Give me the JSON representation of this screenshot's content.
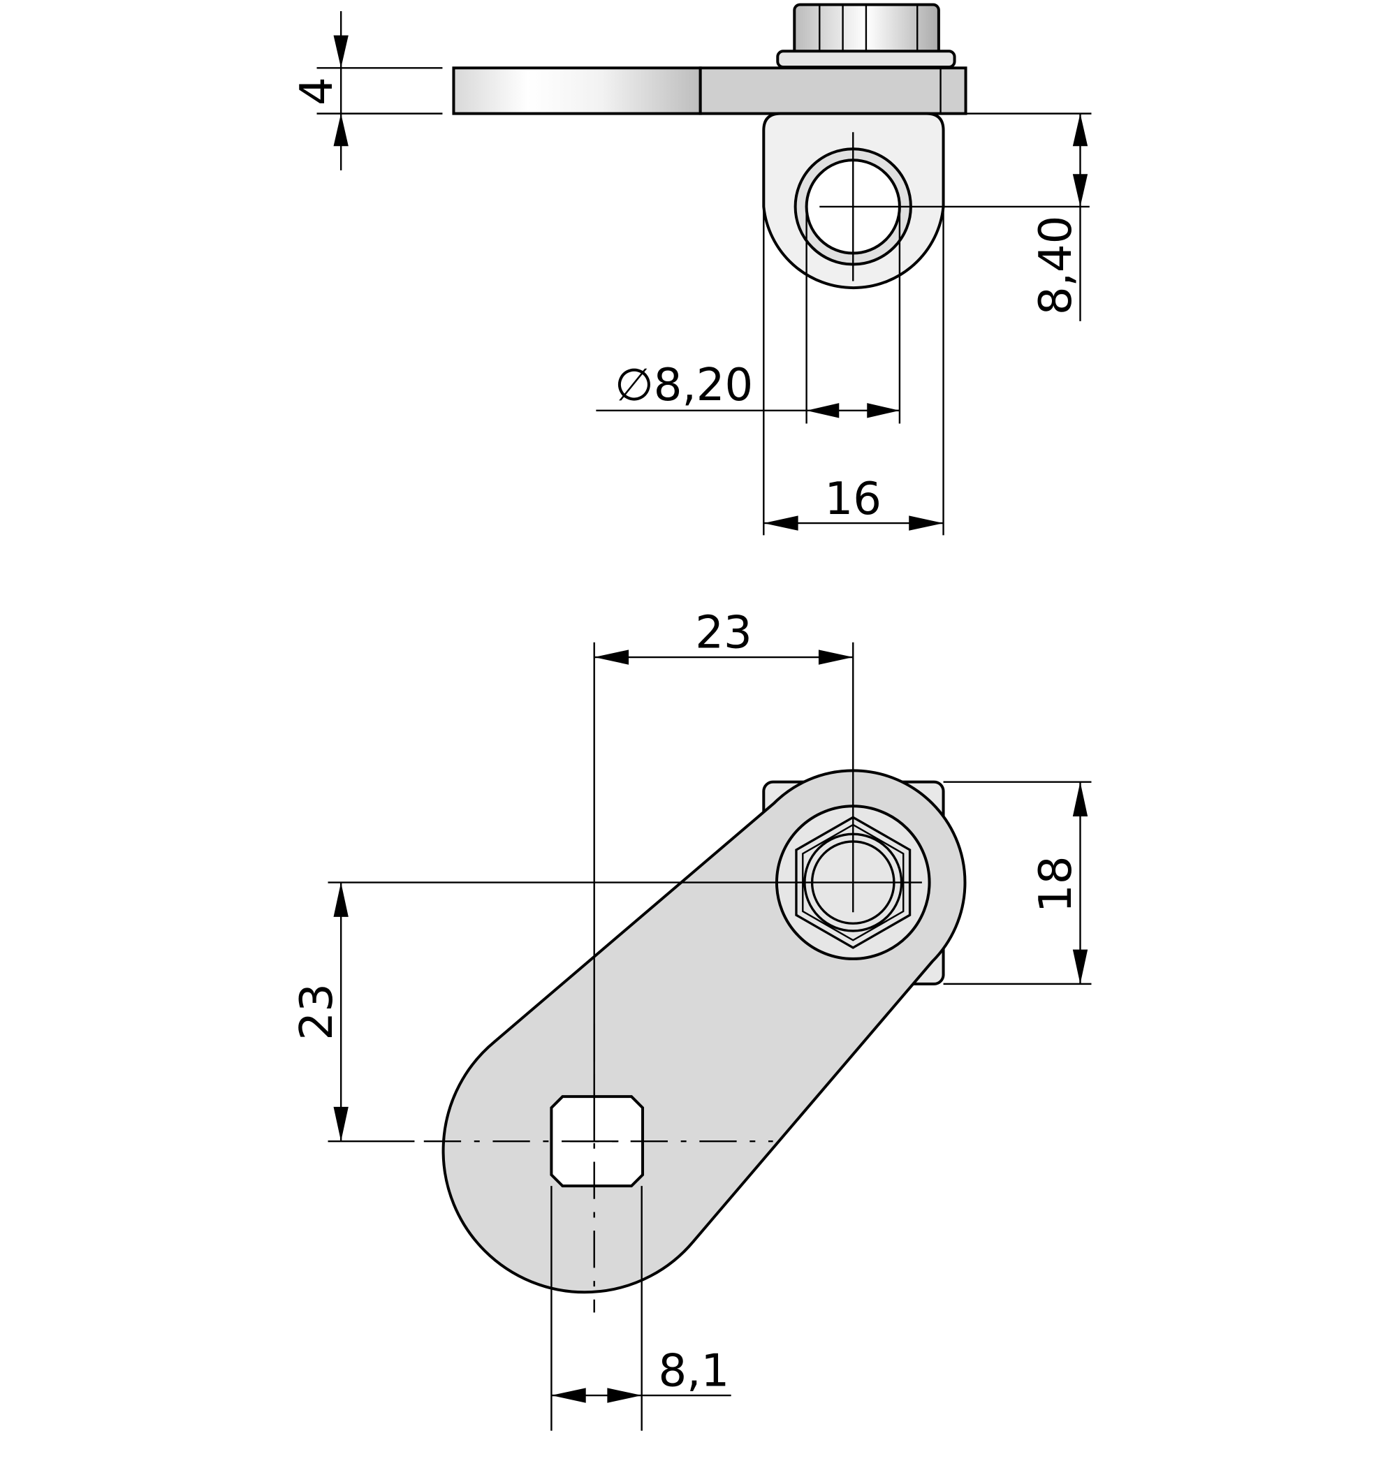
{
  "drawing": {
    "colors": {
      "line": "#000000",
      "part_fill": "#d9d9d9",
      "background": "#ffffff"
    },
    "top_view": {
      "dimensions": {
        "plate_thickness": "4",
        "hole_height": "8,40",
        "hole_diameter": "∅8,20",
        "bracket_width": "16"
      }
    },
    "front_view": {
      "dimensions": {
        "horizontal_offset": "23",
        "vertical_offset": "23",
        "nut_height": "18",
        "square_hole_width": "8,1"
      }
    }
  }
}
